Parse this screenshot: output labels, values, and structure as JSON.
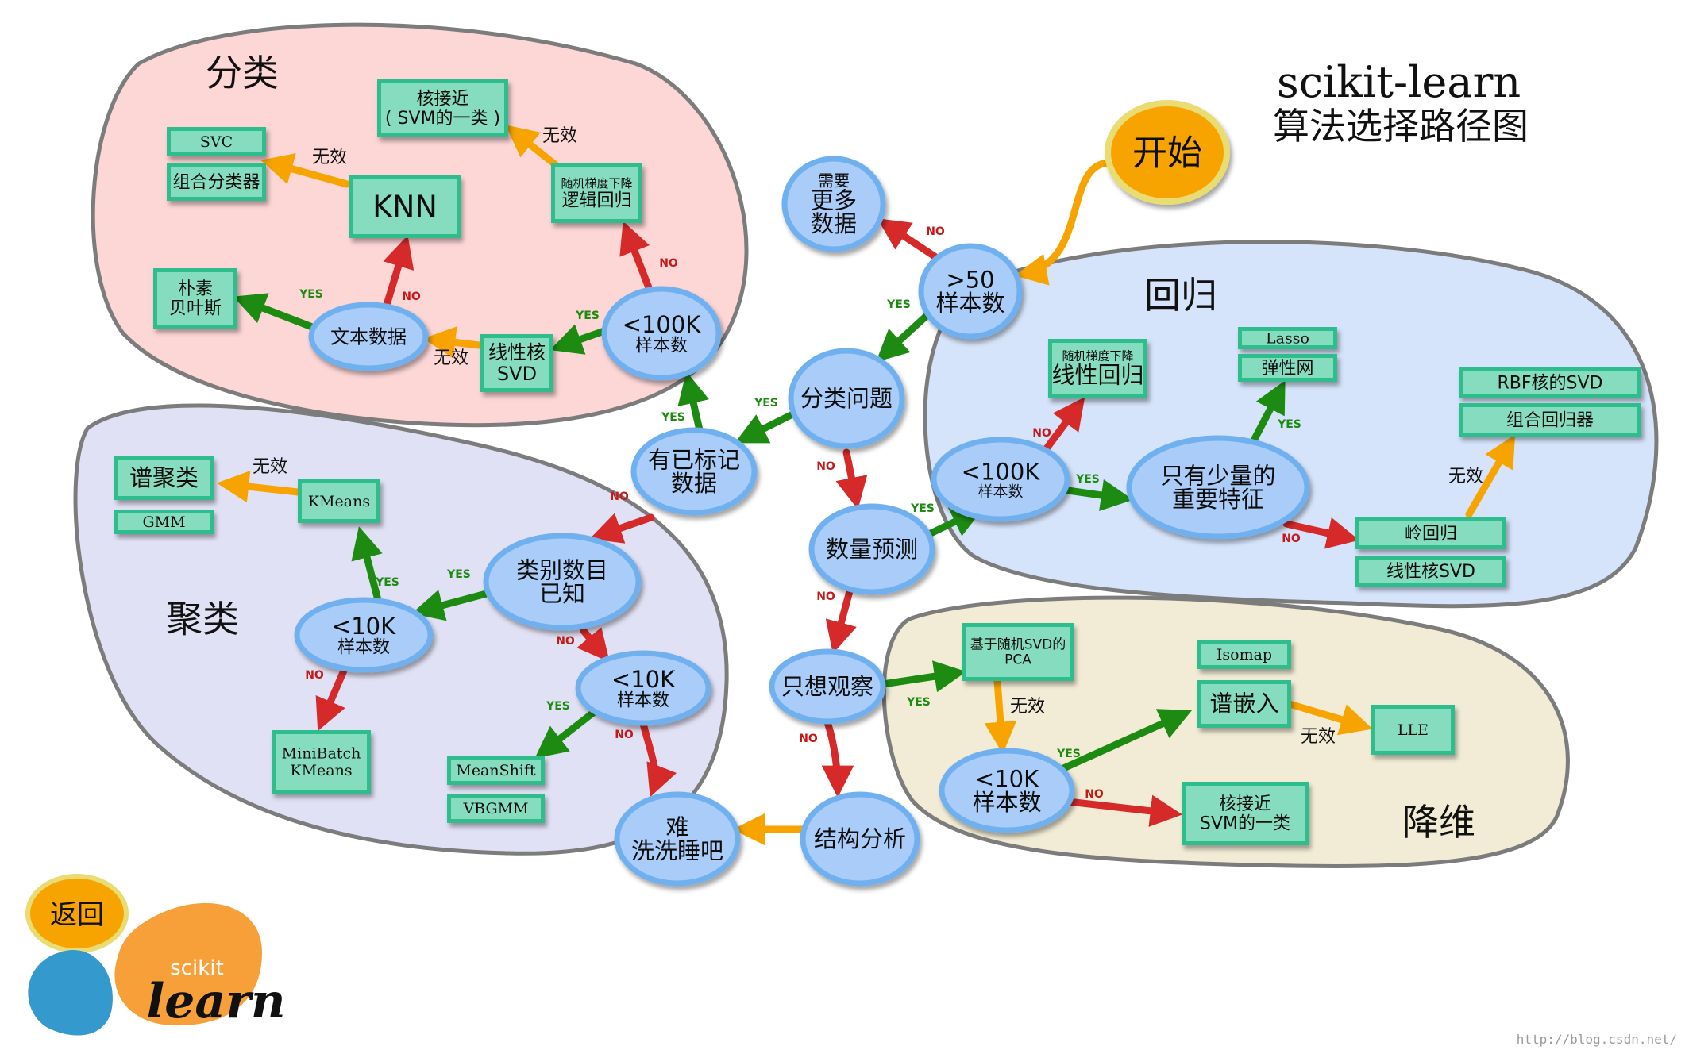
{
  "title": "scikit-learn",
  "subtitle": "算法选择路径图",
  "watermark": "http://blog.csdn.net/",
  "back_button": "返回",
  "logo": {
    "small": "scikit",
    "big": "learn"
  },
  "colors": {
    "classification": "#fdd6d6",
    "regression": "#d6e4fb",
    "clustering": "#e1e1f5",
    "reduction": "#f2ecd6",
    "estimator_box": "#2fbd8c",
    "decision_node": "#a9cdf8",
    "yes": "#1d8a12",
    "no": "#d62a2a",
    "fail": "#f7a300",
    "start": "#f7a300"
  },
  "regions": [
    {
      "id": "classification",
      "label": "分类"
    },
    {
      "id": "regression",
      "label": "回归"
    },
    {
      "id": "clustering",
      "label": "聚类"
    },
    {
      "id": "reduction",
      "label": "降维"
    }
  ],
  "nodes": {
    "start": {
      "lines": [
        "开始"
      ]
    },
    "more_data": {
      "lines": [
        "需要",
        "更多",
        "数据"
      ]
    },
    "samples50": {
      "lines": [
        ">50",
        "样本数"
      ]
    },
    "is_category": {
      "lines": [
        "分类问题"
      ]
    },
    "labeled": {
      "lines": [
        "有已标记",
        "数据"
      ]
    },
    "cls_100k": {
      "lines": [
        "<100K",
        "样本数"
      ]
    },
    "text_data": {
      "lines": [
        "文本数据"
      ]
    },
    "clusters_known": {
      "lines": [
        "类别数目",
        "已知"
      ]
    },
    "clu_10k_a": {
      "lines": [
        "<10K",
        "样本数"
      ]
    },
    "clu_10k_b": {
      "lines": [
        "<10K",
        "样本数"
      ]
    },
    "tough_luck": {
      "lines": [
        "难",
        "洗洗睡吧"
      ]
    },
    "predict_qty": {
      "lines": [
        "数量预测"
      ]
    },
    "reg_100k": {
      "lines": [
        "<100K",
        "样本数"
      ]
    },
    "few_features": {
      "lines": [
        "只有少量的",
        "重要特征"
      ]
    },
    "just_looking": {
      "lines": [
        "只想观察"
      ]
    },
    "structure": {
      "lines": [
        "结构分析"
      ]
    },
    "red_10k": {
      "lines": [
        "<10K",
        "样本数"
      ]
    }
  },
  "estimators": {
    "svc": {
      "lines": [
        "SVC"
      ]
    },
    "ensemble_cls": {
      "lines": [
        "组合分类器"
      ]
    },
    "kernel_approx_cls": {
      "lines": [
        "核接近",
        "( SVM的一类 )"
      ]
    },
    "knn": {
      "lines": [
        "KNN"
      ]
    },
    "sgd_cls": {
      "lines": [
        "随机梯度下降",
        "逻辑回归"
      ]
    },
    "naive_bayes": {
      "lines": [
        "朴素",
        "贝叶斯"
      ]
    },
    "linear_svc": {
      "lines": [
        "线性核",
        "SVD"
      ]
    },
    "spectral_clu": {
      "lines": [
        "谱聚类"
      ]
    },
    "gmm": {
      "lines": [
        "GMM"
      ]
    },
    "kmeans": {
      "lines": [
        "KMeans"
      ]
    },
    "minibatch": {
      "lines": [
        "MiniBatch",
        "KMeans"
      ]
    },
    "meanshift": {
      "lines": [
        "MeanShift"
      ]
    },
    "vbgmm": {
      "lines": [
        "VBGMM"
      ]
    },
    "sgd_reg": {
      "lines": [
        "随机梯度下降",
        "线性回归"
      ]
    },
    "lasso": {
      "lines": [
        "Lasso"
      ]
    },
    "elasticnet": {
      "lines": [
        "弹性网"
      ]
    },
    "rbf_svr": {
      "lines": [
        "RBF核的SVD"
      ]
    },
    "ensemble_reg": {
      "lines": [
        "组合回归器"
      ]
    },
    "ridge": {
      "lines": [
        "岭回归"
      ]
    },
    "linear_svr": {
      "lines": [
        "线性核SVD"
      ]
    },
    "random_pca": {
      "lines": [
        "基于随机SVD的",
        "PCA"
      ]
    },
    "isomap": {
      "lines": [
        "Isomap"
      ]
    },
    "spectral_emb": {
      "lines": [
        "谱嵌入"
      ]
    },
    "lle": {
      "lines": [
        "LLE"
      ]
    },
    "kernel_approx_red": {
      "lines": [
        "核接近",
        "SVM的一类"
      ]
    }
  },
  "edge_labels": {
    "yes": "YES",
    "no": "NO",
    "fail": "无效"
  },
  "edges": [
    {
      "from": "start",
      "to": "samples50",
      "type": "fail",
      "label": ""
    },
    {
      "from": "samples50",
      "to": "more_data",
      "type": "no",
      "label": "no"
    },
    {
      "from": "samples50",
      "to": "is_category",
      "type": "yes",
      "label": "yes"
    },
    {
      "from": "is_category",
      "to": "labeled",
      "type": "yes",
      "label": "yes"
    },
    {
      "from": "is_category",
      "to": "predict_qty",
      "type": "no",
      "label": "no"
    },
    {
      "from": "labeled",
      "to": "cls_100k",
      "type": "yes",
      "label": "yes"
    },
    {
      "from": "labeled",
      "to": "clusters_known",
      "type": "no",
      "label": "no"
    },
    {
      "from": "cls_100k",
      "to": "sgd_cls",
      "type": "no",
      "label": "no"
    },
    {
      "from": "cls_100k",
      "to": "linear_svc",
      "type": "yes",
      "label": "yes"
    },
    {
      "from": "sgd_cls",
      "to": "kernel_approx_cls",
      "type": "fail",
      "label": "fail"
    },
    {
      "from": "linear_svc",
      "to": "text_data",
      "type": "fail",
      "label": "fail"
    },
    {
      "from": "text_data",
      "to": "naive_bayes",
      "type": "yes",
      "label": "yes"
    },
    {
      "from": "text_data",
      "to": "knn",
      "type": "no",
      "label": "no"
    },
    {
      "from": "knn",
      "to": "ensemble_cls",
      "type": "fail",
      "label": "fail"
    },
    {
      "from": "clusters_known",
      "to": "clu_10k_a",
      "type": "yes",
      "label": "yes"
    },
    {
      "from": "clusters_known",
      "to": "clu_10k_b",
      "type": "no",
      "label": "no"
    },
    {
      "from": "clu_10k_a",
      "to": "kmeans",
      "type": "yes",
      "label": "yes"
    },
    {
      "from": "clu_10k_a",
      "to": "minibatch",
      "type": "no",
      "label": "no"
    },
    {
      "from": "kmeans",
      "to": "spectral_clu",
      "type": "fail",
      "label": "fail"
    },
    {
      "from": "clu_10k_b",
      "to": "meanshift",
      "type": "yes",
      "label": "yes"
    },
    {
      "from": "clu_10k_b",
      "to": "tough_luck",
      "type": "no",
      "label": "no"
    },
    {
      "from": "predict_qty",
      "to": "reg_100k",
      "type": "yes",
      "label": "yes"
    },
    {
      "from": "predict_qty",
      "to": "just_looking",
      "type": "no",
      "label": "no"
    },
    {
      "from": "reg_100k",
      "to": "sgd_reg",
      "type": "no",
      "label": "no"
    },
    {
      "from": "reg_100k",
      "to": "few_features",
      "type": "yes",
      "label": "yes"
    },
    {
      "from": "few_features",
      "to": "lasso",
      "type": "yes",
      "label": "yes"
    },
    {
      "from": "few_features",
      "to": "ridge",
      "type": "no",
      "label": "no"
    },
    {
      "from": "ridge",
      "to": "rbf_svr",
      "type": "fail",
      "label": "fail"
    },
    {
      "from": "just_looking",
      "to": "random_pca",
      "type": "yes",
      "label": "yes"
    },
    {
      "from": "just_looking",
      "to": "structure",
      "type": "no",
      "label": "no"
    },
    {
      "from": "structure",
      "to": "tough_luck",
      "type": "fail",
      "label": ""
    },
    {
      "from": "random_pca",
      "to": "red_10k",
      "type": "fail",
      "label": "fail"
    },
    {
      "from": "red_10k",
      "to": "spectral_emb",
      "type": "yes",
      "label": "yes"
    },
    {
      "from": "red_10k",
      "to": "kernel_approx_red",
      "type": "no",
      "label": "no"
    },
    {
      "from": "spectral_emb",
      "to": "lle",
      "type": "fail",
      "label": "fail"
    }
  ]
}
